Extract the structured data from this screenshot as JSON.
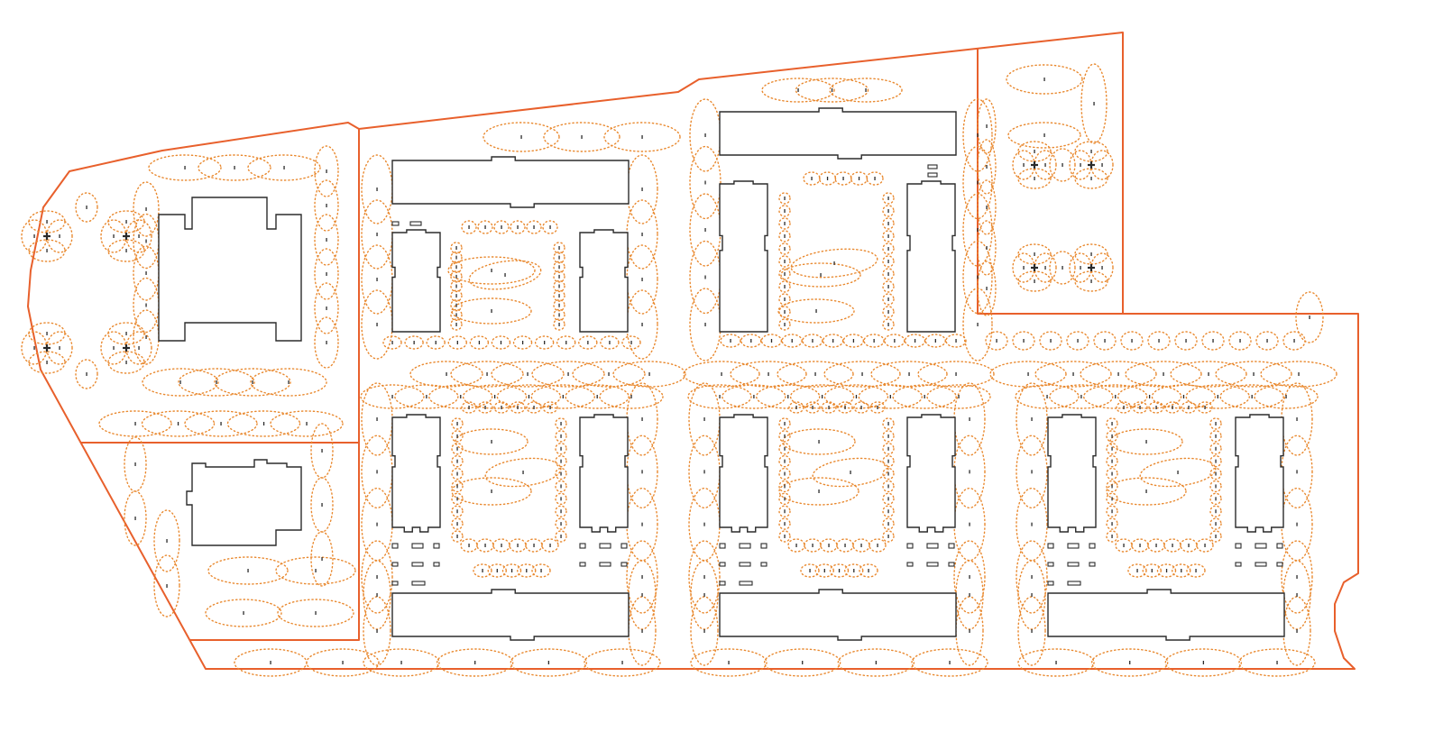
{
  "diagram": {
    "kind": "landscape site plan",
    "colors": {
      "background": "#ffffff",
      "site_boundary": "#e8602c",
      "tree_canopy": "#e9892f",
      "building_outline": "#2b2b2b"
    },
    "layers": [
      {
        "id": "site-boundary",
        "shape": "polyline"
      },
      {
        "id": "buildings",
        "shape": "outline"
      },
      {
        "id": "tree-canopies",
        "shape": "dotted ellipse"
      },
      {
        "id": "tree-trunk-marks",
        "shape": "tick"
      }
    ]
  }
}
